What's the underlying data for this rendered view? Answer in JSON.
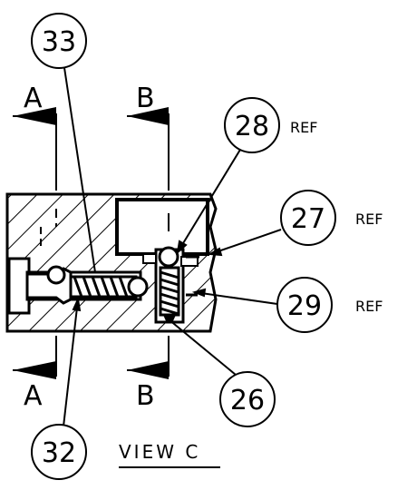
{
  "callouts": {
    "c33": "33",
    "c28": "28",
    "c27": "27",
    "c29": "29",
    "c26": "26",
    "c32": "32"
  },
  "ref_label": "REF",
  "section_a": "A",
  "section_b": "B",
  "view_label": "VIEW C"
}
